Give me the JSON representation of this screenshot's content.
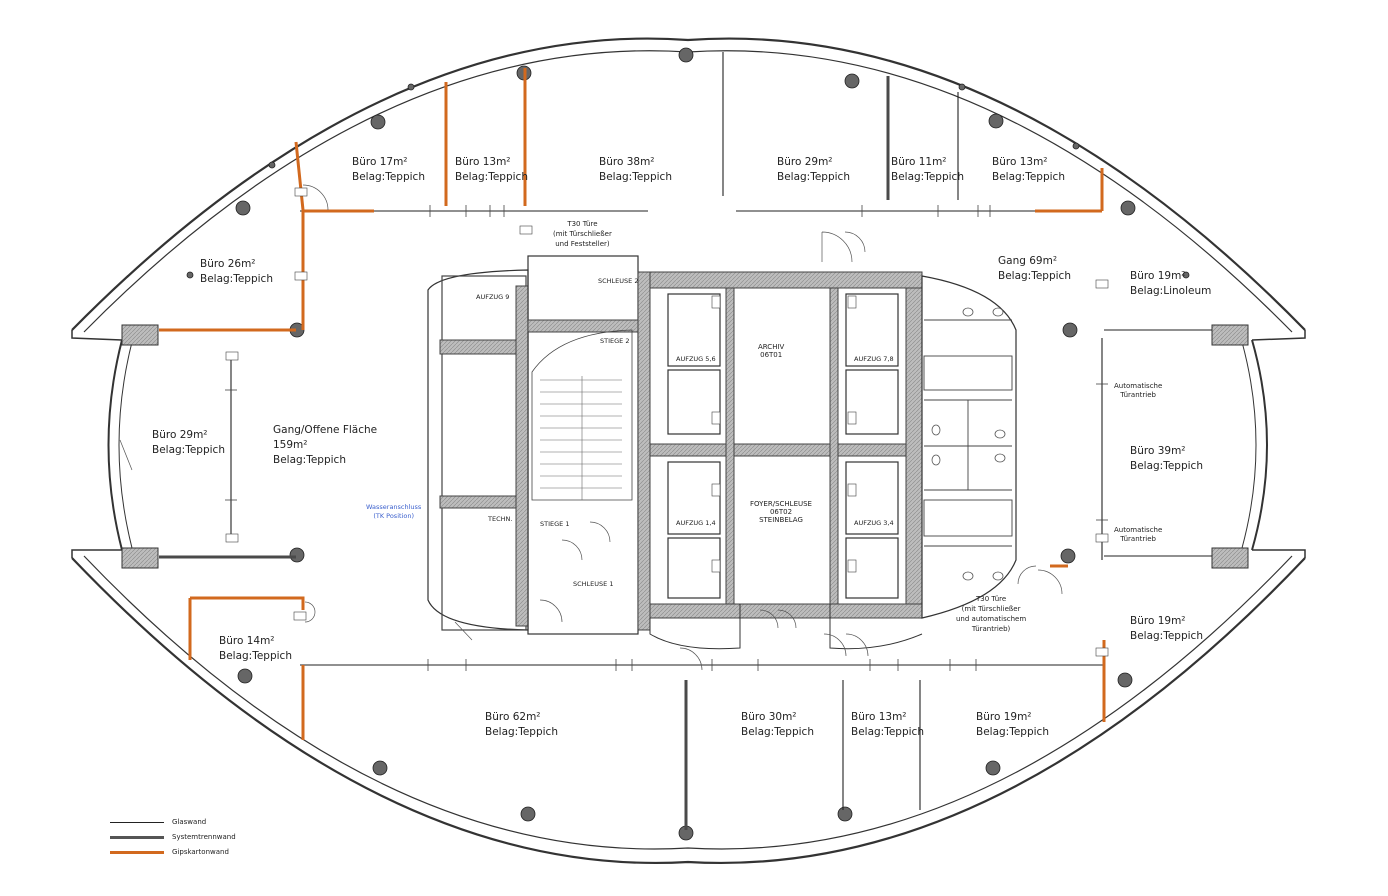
{
  "rooms": {
    "buero_17": {
      "name": "Büro 17m²",
      "floor": "Belag:Teppich"
    },
    "buero_13a": {
      "name": "Büro 13m²",
      "floor": "Belag:Teppich"
    },
    "buero_38": {
      "name": "Büro 38m²",
      "floor": "Belag:Teppich"
    },
    "buero_29a": {
      "name": "Büro 29m²",
      "floor": "Belag:Teppich"
    },
    "buero_11": {
      "name": "Büro 11m²",
      "floor": "Belag:Teppich"
    },
    "buero_13b": {
      "name": "Büro 13m²",
      "floor": "Belag:Teppich"
    },
    "buero_26": {
      "name": "Büro 26m²",
      "floor": "Belag:Teppich"
    },
    "gang_69": {
      "name": "Gang 69m²",
      "floor": "Belag:Teppich"
    },
    "buero_19a": {
      "name": "Büro 19m²",
      "floor": "Belag:Linoleum"
    },
    "buero_29b": {
      "name": "Büro 29m²",
      "floor": "Belag:Teppich"
    },
    "gang_offen": {
      "name": "Gang/Offene Fläche",
      "area": "159m²",
      "floor": "Belag:Teppich"
    },
    "buero_39": {
      "name": "Büro 39m²",
      "floor": "Belag:Teppich"
    },
    "buero_14": {
      "name": "Büro 14m²",
      "floor": "Belag:Teppich"
    },
    "buero_19b": {
      "name": "Büro 19m²",
      "floor": "Belag:Teppich"
    },
    "buero_62": {
      "name": "Büro 62m²",
      "floor": "Belag:Teppich"
    },
    "buero_30": {
      "name": "Büro 30m²",
      "floor": "Belag:Teppich"
    },
    "buero_13c": {
      "name": "Büro 13m²",
      "floor": "Belag:Teppich"
    },
    "buero_19c": {
      "name": "Büro 19m²",
      "floor": "Belag:Teppich"
    }
  },
  "core": {
    "archiv": {
      "name": "ARCHIV",
      "code": "06T01"
    },
    "foyer": {
      "name": "FOYER/SCHLEUSE",
      "code": "06T02",
      "floor": "STEINBELAG"
    },
    "aufzug_56": "AUFZUG 5,6",
    "aufzug_78": "AUFZUG 7,8",
    "aufzug_14": "AUFZUG 1,4",
    "aufzug_34": "AUFZUG 3,4",
    "aufzug_9": "AUFZUG 9",
    "treppe_1": "STIEGE 1",
    "treppe_2": "STIEGE 2",
    "schleuse_1": "SCHLEUSE 1",
    "schleuse_2": "SCHLEUSE 2",
    "techn": "TECHN."
  },
  "annotations": {
    "t30_top": [
      "T30 Türe",
      "(mit Türschließer",
      "und Feststeller)"
    ],
    "t30_right": [
      "T30 Türe",
      "(mit Türschließer",
      "und automatischem",
      "Türantrieb)"
    ],
    "auto_1": [
      "Automatische",
      "Türantrieb"
    ],
    "auto_2": [
      "Automatische",
      "Türantrieb"
    ],
    "wasser": [
      "Wasseranschluss",
      "(TK Position)"
    ]
  },
  "legend": [
    {
      "label": "Glaswand",
      "color": "#222222",
      "weight": 1
    },
    {
      "label": "Systemtrennwand",
      "color": "#555555",
      "weight": 3
    },
    {
      "label": "Gipskartonwand",
      "color": "#d2691e",
      "weight": 3
    }
  ]
}
